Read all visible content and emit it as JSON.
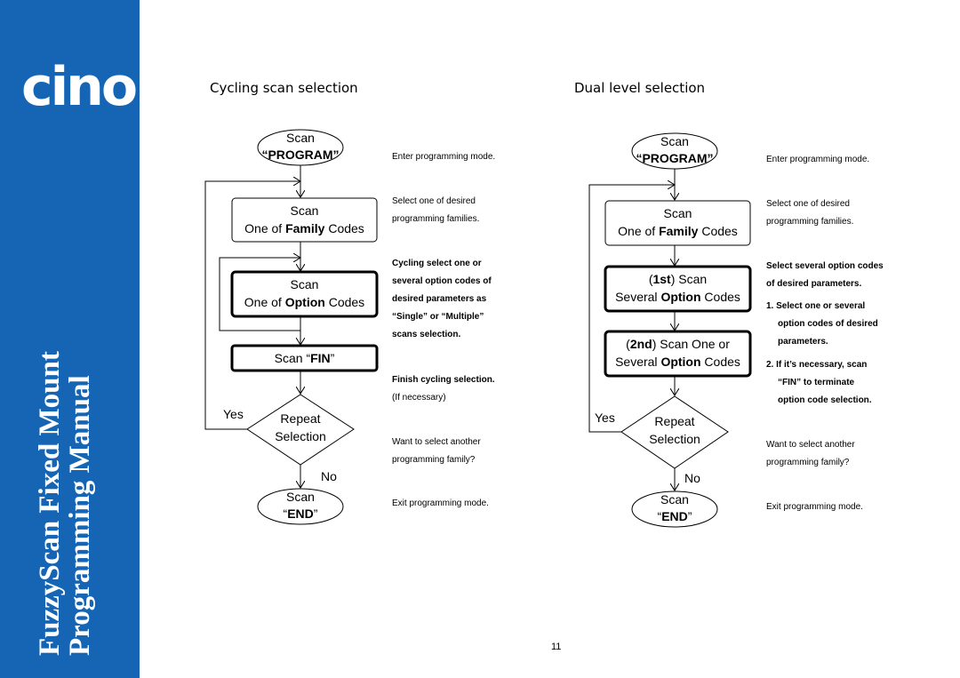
{
  "sidebar": {
    "logo_text": "cino",
    "logo_mark": "®",
    "title_line1": "FuzzyScan Fixed Mount",
    "title_line2": "Programming Manual"
  },
  "left": {
    "title": "Cycling scan selection",
    "program_scan": "Scan",
    "program_label": "“PROGRAM”",
    "family_scan": "Scan",
    "family_label_pre": "One of ",
    "family_label_bold": "Family",
    "family_label_post": " Codes",
    "option_scan": "Scan",
    "option_label_pre": "One of ",
    "option_label_bold": "Option",
    "option_label_post": " Codes",
    "fin_pre": "Scan “",
    "fin_bold": "FIN",
    "fin_post": "”",
    "repeat_line1": "Repeat",
    "repeat_line2": "Selection",
    "yes": "Yes",
    "no": "No",
    "end_scan": "Scan",
    "end_pre": "“",
    "end_bold": "END",
    "end_post": "”",
    "desc_enter": "Enter programming mode.",
    "desc_select_1": "Select one of desired",
    "desc_select_2": "programming families.",
    "desc_cycle_1": "Cycling select one or",
    "desc_cycle_2": "several option codes of",
    "desc_cycle_3": "desired parameters as",
    "desc_cycle_4": "“Single” or “Multiple”",
    "desc_cycle_5": "scans selection.",
    "desc_finish_1": "Finish cycling selection.",
    "desc_finish_2": "(If necessary)",
    "desc_want_1": "Want to select another",
    "desc_want_2": "programming family?",
    "desc_exit": "Exit programming mode."
  },
  "right": {
    "title": "Dual level selection",
    "program_scan": "Scan",
    "program_label": "“PROGRAM”",
    "family_scan": "Scan",
    "family_label_pre": "One of ",
    "family_label_bold": "Family",
    "family_label_post": " Codes",
    "first_pre": "(",
    "first_bold": "1st",
    "first_post": ") Scan",
    "first_label_pre": "Several ",
    "first_label_bold": "Option",
    "first_label_post": " Codes",
    "second_pre": "(",
    "second_bold": "2nd",
    "second_post": ") Scan One or",
    "second_label_pre": "Several ",
    "second_label_bold": "Option",
    "second_label_post": " Codes",
    "repeat_line1": "Repeat",
    "repeat_line2": "Selection",
    "yes": "Yes",
    "no": "No",
    "end_scan": "Scan",
    "end_pre": "“",
    "end_bold": "END",
    "end_post": "”",
    "desc_enter": "Enter programming mode.",
    "desc_select_1": "Select one of desired",
    "desc_select_2": "programming families.",
    "desc_several_1": "Select several option codes",
    "desc_several_2": "of desired parameters.",
    "desc_step1_1": "1. Select one or several",
    "desc_step1_2": "option codes of desired",
    "desc_step1_3": "parameters.",
    "desc_step2_1": "2. If it’s necessary, scan",
    "desc_step2_2": "“FIN” to terminate",
    "desc_step2_3": "option code selection.",
    "desc_want_1": "Want to select another",
    "desc_want_2": "programming family?",
    "desc_exit": "Exit programming mode."
  },
  "page_number": "11"
}
